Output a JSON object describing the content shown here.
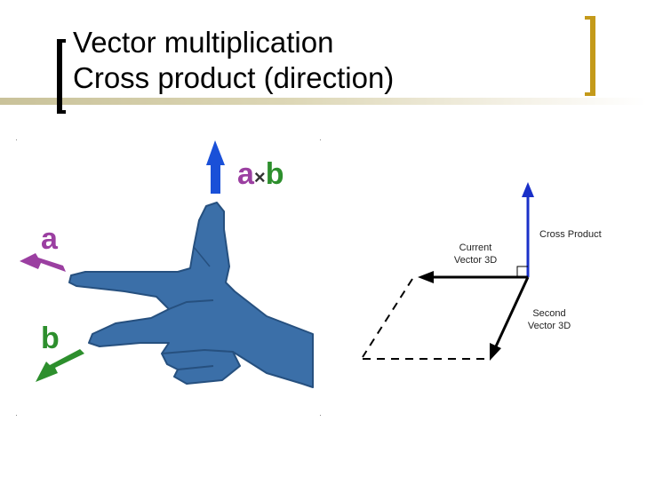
{
  "title": {
    "line1": "Vector multiplication",
    "line2": "Cross product (direction)"
  },
  "hand_figure": {
    "label_a": "a",
    "label_b": "b",
    "label_axb_a": "a",
    "label_axb_times": "×",
    "label_axb_b": "b",
    "colors": {
      "a": "#9b3fa1",
      "b": "#2d8f2d",
      "axb": "#1a50d8",
      "hand": "#3b6fa8"
    }
  },
  "vector_diagram": {
    "cross_product_label": "Cross Product",
    "current_vector_label_line1": "Current",
    "current_vector_label_line2": "Vector 3D",
    "second_vector_label_line1": "Second",
    "second_vector_label_line2": "Vector 3D"
  }
}
